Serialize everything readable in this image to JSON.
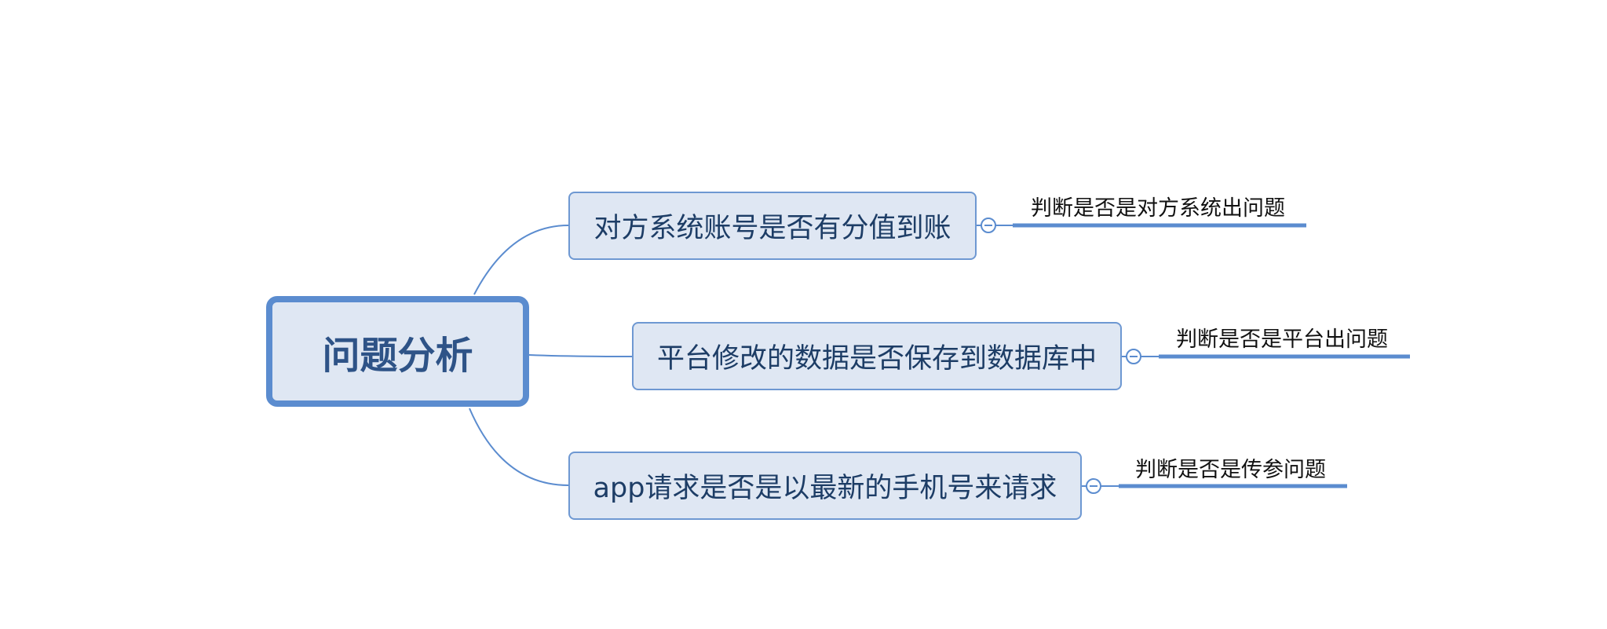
{
  "diagram": {
    "type": "mind-map",
    "root": {
      "label": "问题分析"
    },
    "branches": [
      {
        "label": "对方系统账号是否有分值到账",
        "child": "判断是否是对方系统出问题",
        "collapse_symbol": "−"
      },
      {
        "label": "平台修改的数据是否保存到数据库中",
        "child": "判断是否是平台出问题",
        "collapse_symbol": "−"
      },
      {
        "label": "app请求是否是以最新的手机号来请求",
        "child": "判断是否是传参问题",
        "collapse_symbol": "−"
      }
    ],
    "colors": {
      "connector": "#5b8ccf",
      "node_fill": "#dfe7f3",
      "root_border": "#5b8ccf",
      "branch_border": "#6e98d2",
      "text": "#1d3d66"
    }
  }
}
